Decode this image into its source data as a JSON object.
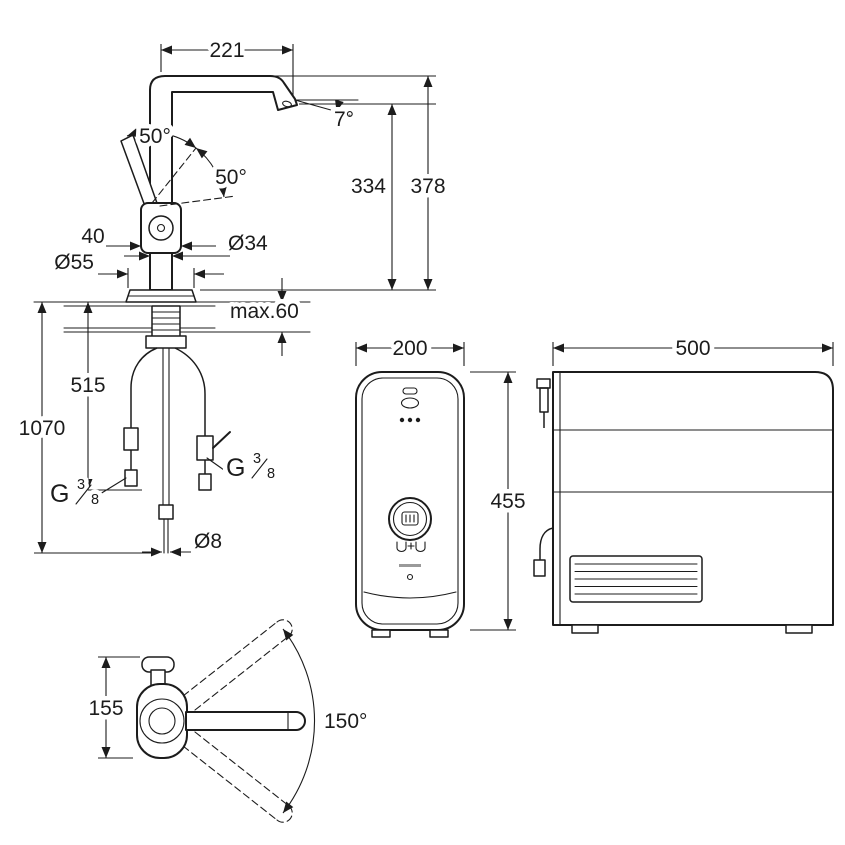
{
  "drawing": {
    "background": "#ffffff",
    "ink_color": "#1c1c1c",
    "description_names": [
      "faucet-side-view",
      "cooler-front-view",
      "cooler-side-view",
      "faucet-top-view"
    ]
  },
  "faucet_side": {
    "reach": "221",
    "spout_angle": "7°",
    "handle_angle_1": "50°",
    "handle_angle_2": "50°",
    "spout_height": "334",
    "total_height": "378",
    "body_width": "40",
    "shank_dia": "Ø34",
    "base_dia": "Ø55",
    "deck_thickness": "max.60",
    "hose_length_1": "515",
    "hose_length_2": "1070",
    "capillary_dia": "Ø8",
    "thread": {
      "g": "G",
      "num": "3",
      "den": "8"
    }
  },
  "cooler_front": {
    "width": "200",
    "height": "455"
  },
  "cooler_side": {
    "width": "500"
  },
  "faucet_top": {
    "depth": "155",
    "swivel_angle": "150°"
  }
}
